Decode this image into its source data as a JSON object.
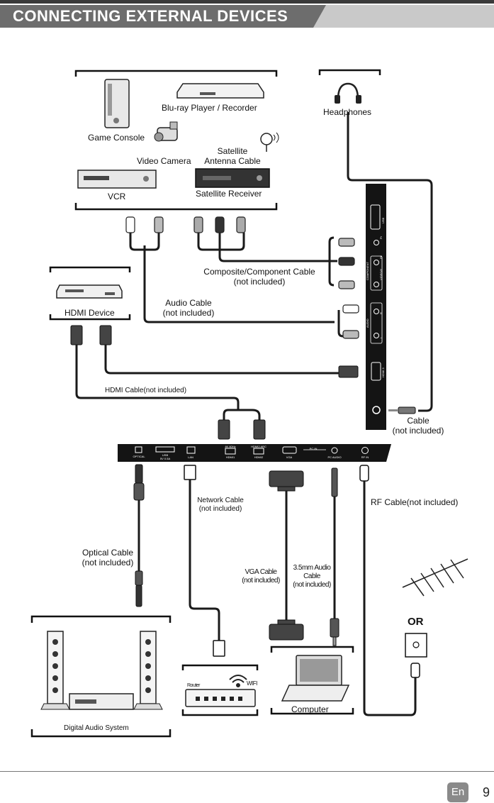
{
  "header": {
    "title": "CONNECTING EXTERNAL DEVICES"
  },
  "devices": {
    "game_console": "Game Console",
    "bluray": "Blu-ray Player / Recorder",
    "video_camera": "Video Camera",
    "satellite_antenna_cable": "Satellite\nAntenna Cable",
    "vcr": "VCR",
    "satellite_receiver": "Satellite Receiver",
    "headphones": "Headphones",
    "hdmi_device": "HDMI Device",
    "digital_audio_system": "Digital Audio System",
    "computer": "Computer",
    "router": "Router",
    "wifi": "WIFI"
  },
  "cables": {
    "composite_component": "Composite/Component Cable\n(not included)",
    "audio": "Audio Cable\n(not included)",
    "hdmi": "HDMI Cable(not included)",
    "headphone_cable": "Cable\n(not included)",
    "network": "Network Cable\n(not included)",
    "rf": "RF Cable(not included)",
    "optical": "Optical Cable\n(not included)",
    "vga": "VGA Cable\n(not included)",
    "audio_35": "3.5mm Audio\nCable\n(not included)"
  },
  "ports_bottom": {
    "optical": "OPTICAL",
    "usb": "USB",
    "usb_sub": "5V 0.5A",
    "lan": "LAN",
    "hdmi1": "HDMI1",
    "hdmi1_top": "4K 60Hz",
    "hdmi2": "HDMI2",
    "hdmi2_top": "HDMI2 ARC",
    "vga": "VGA",
    "pc_in": "PC IN",
    "pc_audio": "PC AUDIO",
    "rf_in": "RF IN"
  },
  "ports_side": {
    "usb": "USB",
    "component": "COMPONENT",
    "video_y": "VIDEO/Y",
    "pb": "Pb",
    "pr": "Pr",
    "audio": "AUDIO",
    "l": "L",
    "r": "R",
    "hdmi3": "HDMI 3"
  },
  "or_label": "OR",
  "footer": {
    "lang": "En",
    "page": "9"
  }
}
